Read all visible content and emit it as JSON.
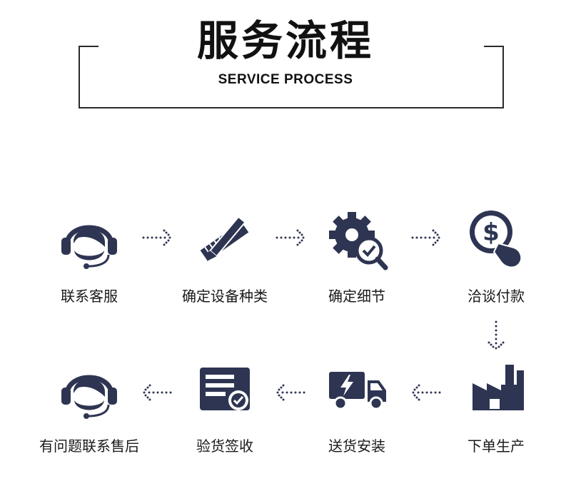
{
  "header": {
    "title": "服务流程",
    "subtitle": "SERVICE PROCESS"
  },
  "colors": {
    "icon": "#2e3552",
    "text": "#1a1a1a",
    "frame": "#2a2a2a"
  },
  "steps": [
    {
      "label": "联系客服",
      "icon": "headset-agent-icon"
    },
    {
      "label": "确定设备种类",
      "icon": "ruler-pencil-icon"
    },
    {
      "label": "确定细节",
      "icon": "gear-magnifier-icon"
    },
    {
      "label": "洽谈付款",
      "icon": "dollar-coin-hand-icon"
    },
    {
      "label": "下单生产",
      "icon": "factory-icon"
    },
    {
      "label": "送货安装",
      "icon": "delivery-truck-icon"
    },
    {
      "label": "验货签收",
      "icon": "certificate-check-icon"
    },
    {
      "label": "有问题联系售后",
      "icon": "headset-agent-icon"
    }
  ]
}
